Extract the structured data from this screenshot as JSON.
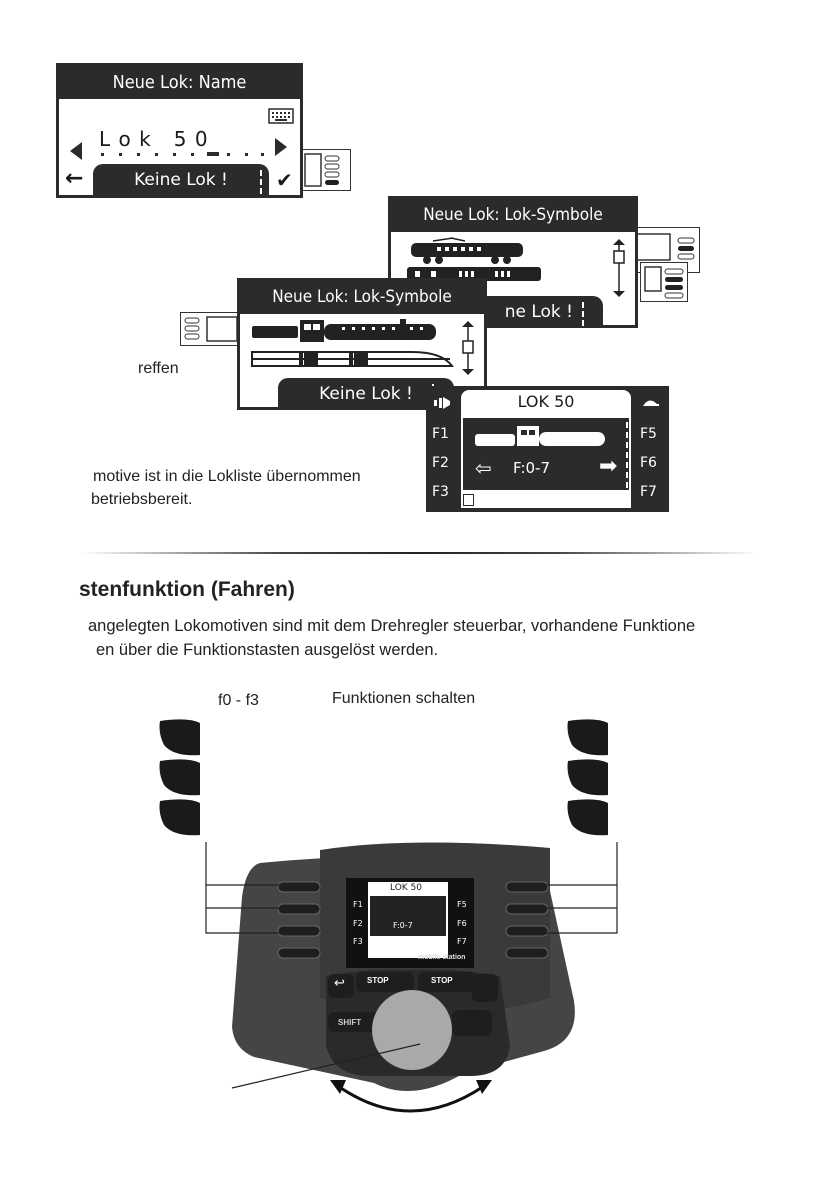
{
  "screen_name": {
    "title": "Neue Lok: Name",
    "lok_name": "L o k   5 0",
    "keine_lok": "Keine Lok !",
    "back_arrow": "←",
    "confirm_check": "✔",
    "keyboard_icon": "keyboard-icon"
  },
  "screen_symbole_back": {
    "title": "Neue Lok: Lok-Symbole",
    "keine_lok_partial": "ne Lok !"
  },
  "screen_symbole_front": {
    "title": "Neue Lok: Lok-Symbole",
    "keine_lok": "Keine Lok !"
  },
  "screen_drive": {
    "loco_name": "LOK 50",
    "left_functions": [
      "F1",
      "F2",
      "F3"
    ],
    "right_functions": [
      "F5",
      "F6",
      "F7"
    ],
    "func_range": "F:0-7"
  },
  "text": {
    "reffen": "reffen",
    "motive_line1": "motive ist in die Lokliste übernommen",
    "motive_line2": "betriebsbereit.",
    "section_heading": "stenfunktion (Fahren)",
    "para_line1": "angelegten Lokomotiven sind mit dem Drehregler steuerbar, vorhandene Funktione",
    "para_line2": "en über die Funktionstasten ausgelöst werden.",
    "label_f0f3": "f0 - f3",
    "label_funktionen": "Funktionen schalten"
  },
  "device": {
    "loco_name": "LOK 50",
    "left_functions": [
      "F1",
      "F2",
      "F3"
    ],
    "right_functions": [
      "F5",
      "F6",
      "F7"
    ],
    "func_range": "F:0-7",
    "brand": "mobile station",
    "stop_left": "STOP",
    "stop_right": "STOP",
    "shift": "SHIFT"
  },
  "colors": {
    "display_dark": "#2b2b2b",
    "device_body": "#3f3f3f",
    "knob": "#a9a9a9"
  }
}
